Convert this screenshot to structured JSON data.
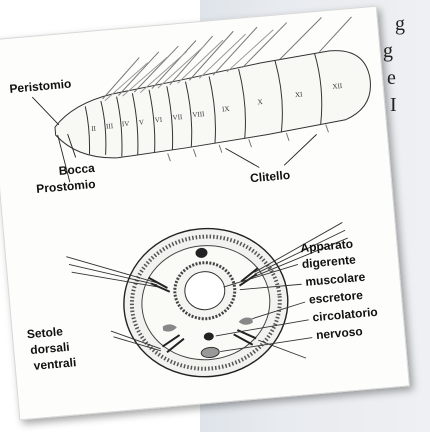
{
  "side_text": [
    "g",
    "g",
    "e",
    "I"
  ],
  "diagram": {
    "top_labels": {
      "peristomio": "Peristomio",
      "bocca": "Bocca",
      "prostomio": "Prostomio",
      "clitello": "Clitello"
    },
    "segments": [
      "II",
      "III",
      "IV",
      "V",
      "VI",
      "VII",
      "VIII",
      "IX",
      "X",
      "XI",
      "XII"
    ],
    "bottom_labels": {
      "setole": "Setole",
      "dorsali": "dorsali",
      "ventrali": "ventrali",
      "apparato": "Apparato",
      "digerente": "digerente",
      "muscolare": "muscolare",
      "escretore": "escretore",
      "circolatorio": "circolatorio",
      "nervoso": "nervoso"
    }
  }
}
